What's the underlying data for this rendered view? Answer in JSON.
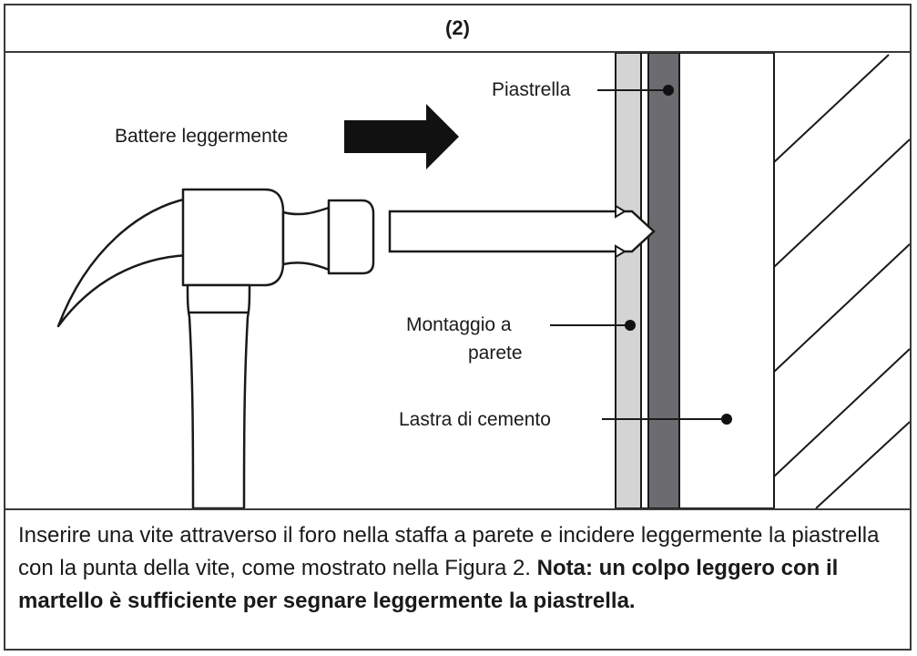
{
  "header": {
    "title": "(2)"
  },
  "labels": {
    "action": "Battere leggermente",
    "tile": "Piastrella",
    "mount_line1": "Montaggio a",
    "mount_line2": "parete",
    "cement": "Lastra di cemento"
  },
  "caption": {
    "normal": "Inserire una vite attraverso il foro nella staffa a parete e incidere leggermente la piastrella con la punta della vite, come mostrato nella Figura 2.",
    "bold": "Nota: un colpo leggero con il martello è sufficiente per segnare leggermente la piastrella."
  },
  "colors": {
    "tile_layer": "#d4d4d4",
    "mount_layer": "#6b6b70",
    "outline": "#1a1a1a"
  },
  "icons": {
    "hammer": "hammer-icon",
    "arrow": "arrow-right-icon",
    "screw": "screw-icon"
  }
}
